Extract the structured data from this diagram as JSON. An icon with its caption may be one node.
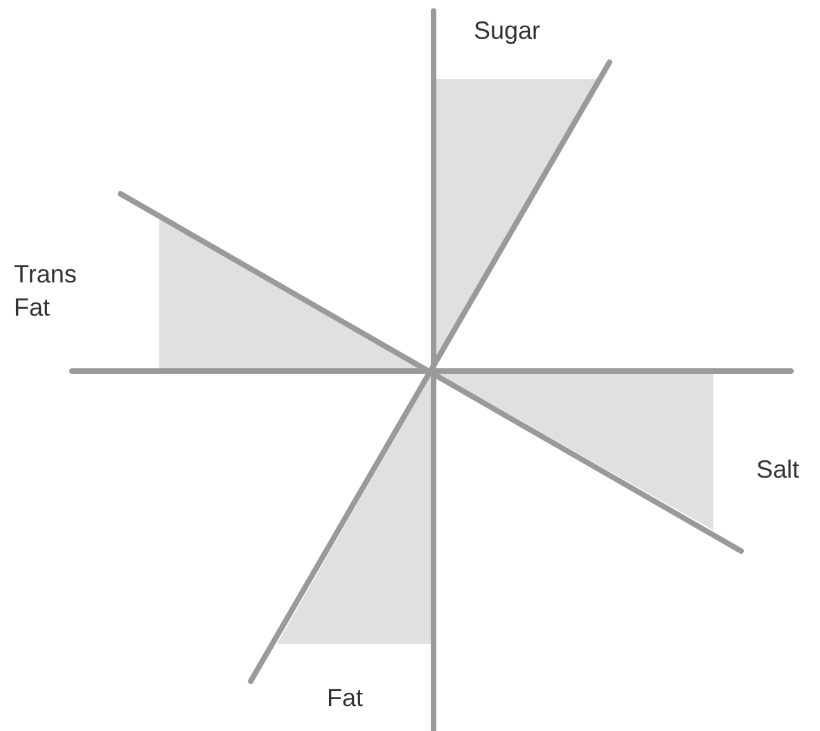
{
  "diagram": {
    "labels": [
      "Sugar",
      "Trans Fat",
      "Salt",
      "Fat"
    ]
  }
}
